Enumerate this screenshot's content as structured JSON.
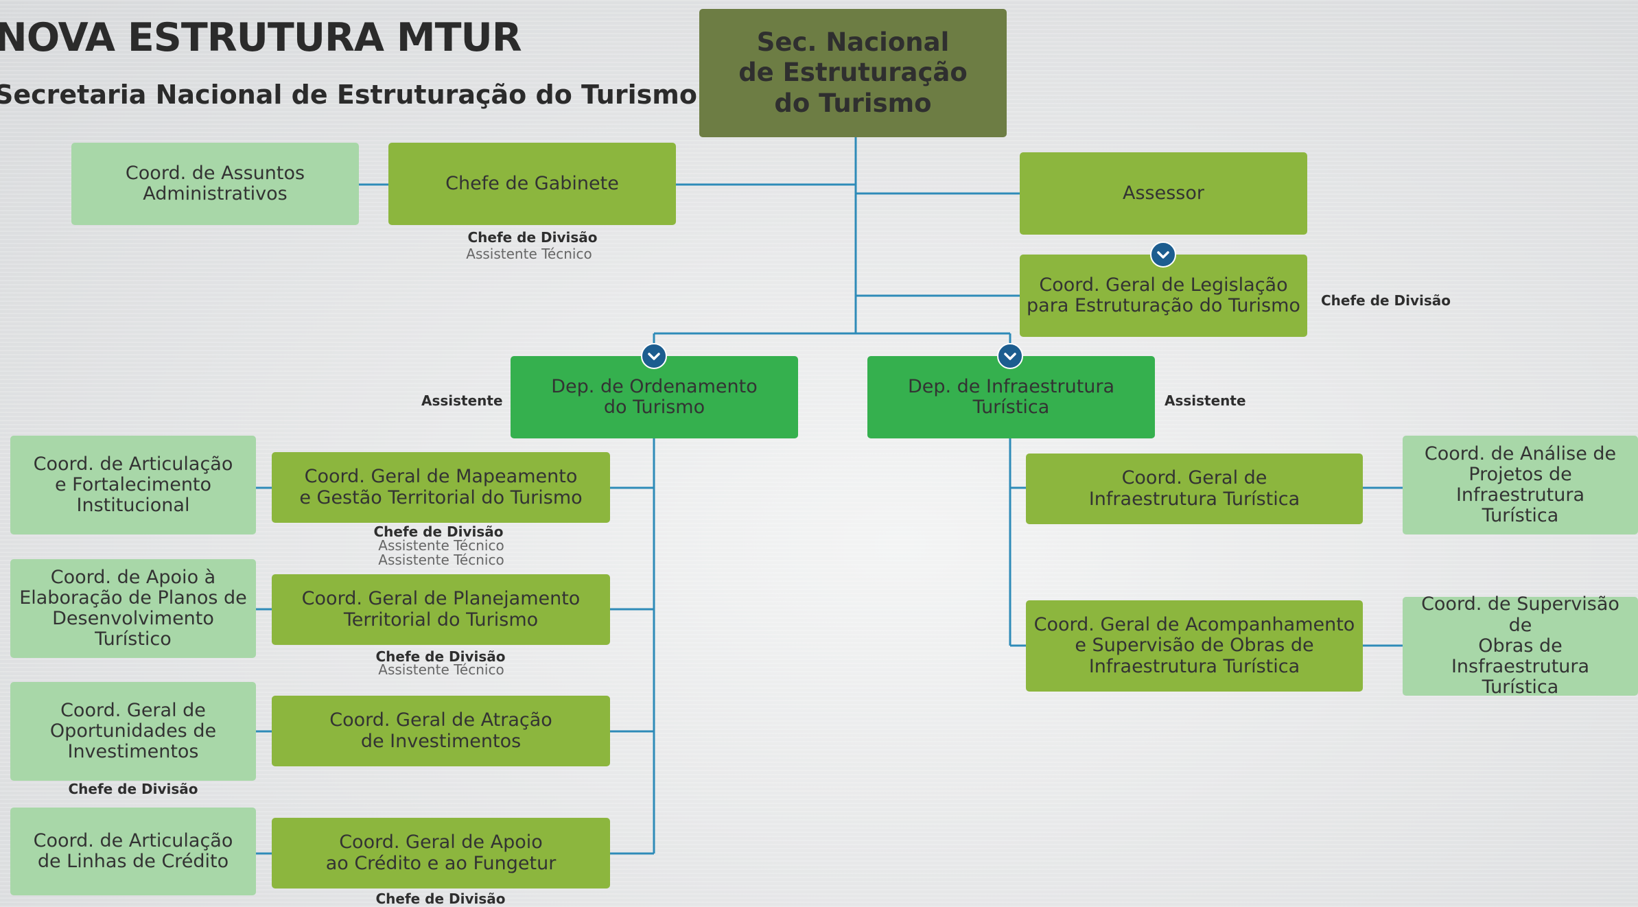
{
  "title": "NOVA ESTRUTURA MTUR",
  "subtitle": "Secretaria Nacional de Estruturação do Turismo",
  "colors": {
    "root": "#6d7d44",
    "olive": "#8cb63e",
    "green": "#35b04e",
    "light": "#a8d7a8",
    "connector": "#2e8bb8",
    "chevron": "#1c5d8f"
  },
  "icons": {
    "expand": "chevron-down-icon"
  },
  "nodes": {
    "root": "Sec. Nacional\nde Estruturação\ndo Turismo",
    "chefe_gabinete": "Chefe de Gabinete",
    "coord_assuntos_adm": "Coord. de Assuntos\nAdministrativos",
    "assessor": "Assessor",
    "coord_legislacao": "Coord. Geral de Legislação\npara Estruturação do Turismo",
    "dep_ordenamento": "Dep. de Ordenamento\ndo Turismo",
    "dep_infraestrutura": "Dep. de Infraestrutura\nTurística",
    "cg_mapeamento": "Coord. Geral de Mapeamento\ne Gestão Territorial do Turismo",
    "cg_planejamento": "Coord. Geral de Planejamento\nTerritorial do Turismo",
    "cg_atracao": "Coord. Geral de Atração\nde Investimentos",
    "cg_apoio_credito": "Coord. Geral de Apoio\nao Crédito e ao Fungetur",
    "c_articulacao_fortalecimento": "Coord. de Articulação\ne Fortalecimento\nInstitucional",
    "c_apoio_planos": "Coord. de Apoio à\nElaboração de Planos de\nDesenvolvimento Turístico",
    "c_oportunidades": "Coord. Geral de\nOportunidades de\nInvestimentos",
    "c_linhas_credito": "Coord. de Articulação\nde Linhas de Crédito",
    "cg_infraestrutura": "Coord. Geral de\nInfraestrutura Turística",
    "cg_acompanhamento": "Coord. Geral de Acompanhamento\ne Supervisão de Obras de\nInfraestrutura Turística",
    "c_analise_projetos": "Coord. de Análise de\nProjetos de Infraestrutura\nTurística",
    "c_supervisao_obras": "Coord. de Supervisão de\nObras de Insfraestrutura\nTurística"
  },
  "labels": {
    "gabinete_chefe_div": "Chefe de Divisão",
    "gabinete_assist_tec": "Assistente Técnico",
    "legislacao_chefe_div": "Chefe de Divisão",
    "ordenamento_assistente": "Assistente",
    "infraestrutura_assistente": "Assistente",
    "mapeamento_chefe_div": "Chefe de Divisão",
    "mapeamento_assist_tec_1": "Assistente Técnico",
    "mapeamento_assist_tec_2": "Assistente Técnico",
    "planejamento_chefe_div": "Chefe de Divisão",
    "planejamento_assist_tec": "Assistente Técnico",
    "oportunidades_chefe_div": "Chefe de Divisão",
    "apoio_credito_chefe_div": "Chefe de Divisão"
  }
}
